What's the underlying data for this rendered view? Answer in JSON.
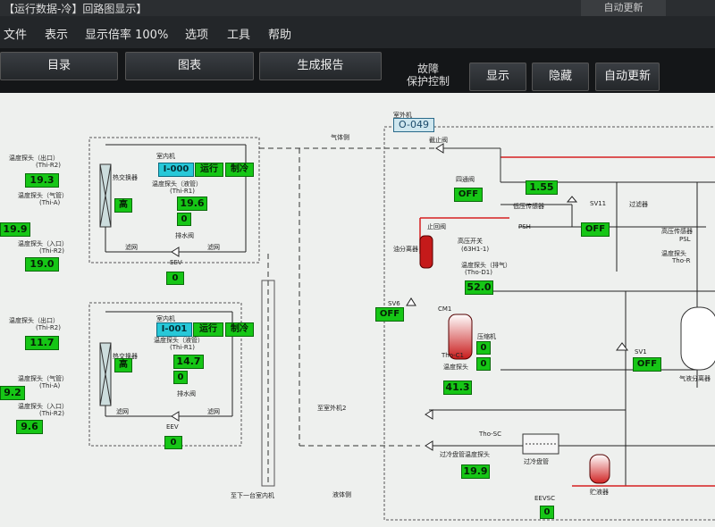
{
  "window": {
    "title": "【运行数据-冷】回路图显示】",
    "right_button": "自动更新"
  },
  "menu": {
    "file": "文件",
    "view": "表示",
    "zoom": "显示倍率 100%",
    "options": "选项",
    "tools": "工具",
    "help": "帮助"
  },
  "toolbar": {
    "catalog": "目录",
    "chart": "图表",
    "report": "生成报告",
    "fault_line1": "故障",
    "fault_line2": "保护控制",
    "show": "显示",
    "hide": "隐藏",
    "auto_update": "自动更新"
  },
  "colors": {
    "value_bg": "#16c616",
    "id_bg": "#27c8d8",
    "pipe_red": "#d62020",
    "panel_bg": "#eef0ee"
  },
  "unit1": {
    "heat_exchanger": "热交换器",
    "indoor_label": "室内机",
    "id": "I-000",
    "status": "运行",
    "mode": "制冷",
    "fan": "高",
    "temp_out_label": "温度探头（出口）",
    "temp_out_code": "(Thi-R2)",
    "temp_out": "19.3",
    "temp_gas_label": "温度探头（气管）",
    "temp_gas_code": "(Thi-A)",
    "temp_gas": "19.9",
    "temp_in_label": "温度探头（入口）",
    "temp_in_code": "(Thi-R2)",
    "temp_in": "19.0",
    "temp_liq_label": "温度探头（液管）",
    "temp_liq_code": "(Thi-R1)",
    "temp_liq": "19.6",
    "value_a": "0",
    "eev_label": "EEV",
    "eev": "0",
    "filter1": "滤网",
    "filter2": "滤网",
    "drain": "排水阀"
  },
  "unit2": {
    "heat_exchanger": "热交换器",
    "indoor_label": "室内机",
    "id": "I-001",
    "status": "运行",
    "mode": "制冷",
    "fan": "高",
    "temp_out_label": "温度探头（出口）",
    "temp_out_code": "(Thi-R2)",
    "temp_out": "11.7",
    "temp_gas_label": "温度探头（气管）",
    "temp_gas_code": "(Thi-A)",
    "temp_gas": "9.2",
    "temp_in_label": "温度探头（入口）",
    "temp_in_code": "(Thi-R2)",
    "temp_in": "9.6",
    "temp_liq_label": "温度探头（液管）",
    "temp_liq_code": "(Thi-R1)",
    "temp_liq": "14.7",
    "value_a": "0",
    "eev_label": "EEV",
    "eev": "0",
    "filter1": "滤网",
    "filter2": "滤网",
    "drain": "排水阀"
  },
  "center": {
    "gas_pipe": "气体侧",
    "liquid_pipe": "液体侧",
    "to_next": "至下一台室内机",
    "to_outdoor": "至室外机2"
  },
  "outdoor": {
    "label": "室外机",
    "id": "O-049",
    "check_valve": "截止阀",
    "four_way": "四通阀",
    "four_way_val": "OFF",
    "value_155": "1.55",
    "low_pressure": "低压传感器",
    "psh": "PSH",
    "sv11": "SV11",
    "sv11_val": "OFF",
    "check": "止回阀",
    "oil_sep": "油分离器",
    "hp_switch": "高压开关",
    "hp_code": "(63H1-1)",
    "discharge_label": "温度探头（排气）",
    "discharge_code": "(Tho-D1)",
    "discharge": "52.0",
    "sv6": "SV6",
    "sv6_val": "OFF",
    "cm1": "CM1",
    "compressor_label": "压缩机",
    "compressor_val": "0",
    "compressor_val2": "0",
    "temp_probe_label": "温度探头",
    "temp_probe_code": "Tho-C1",
    "temp_probe": "41.3",
    "sv1": "SV1",
    "sv1_val": "OFF",
    "accumulator": "气液分离器",
    "filter": "过滤器",
    "hp_sensor": "高压传感器",
    "psl": "PSL",
    "temp_r": "温度探头",
    "tho_r": "Tho-R",
    "tho_sc": "Tho-SC",
    "subcool_label": "过冷盘管温度探头",
    "subcool": "19.9",
    "subcooler": "过冷盘管",
    "eevsc": "EEVSC",
    "eevsc_val": "0",
    "receiver": "贮液器"
  }
}
